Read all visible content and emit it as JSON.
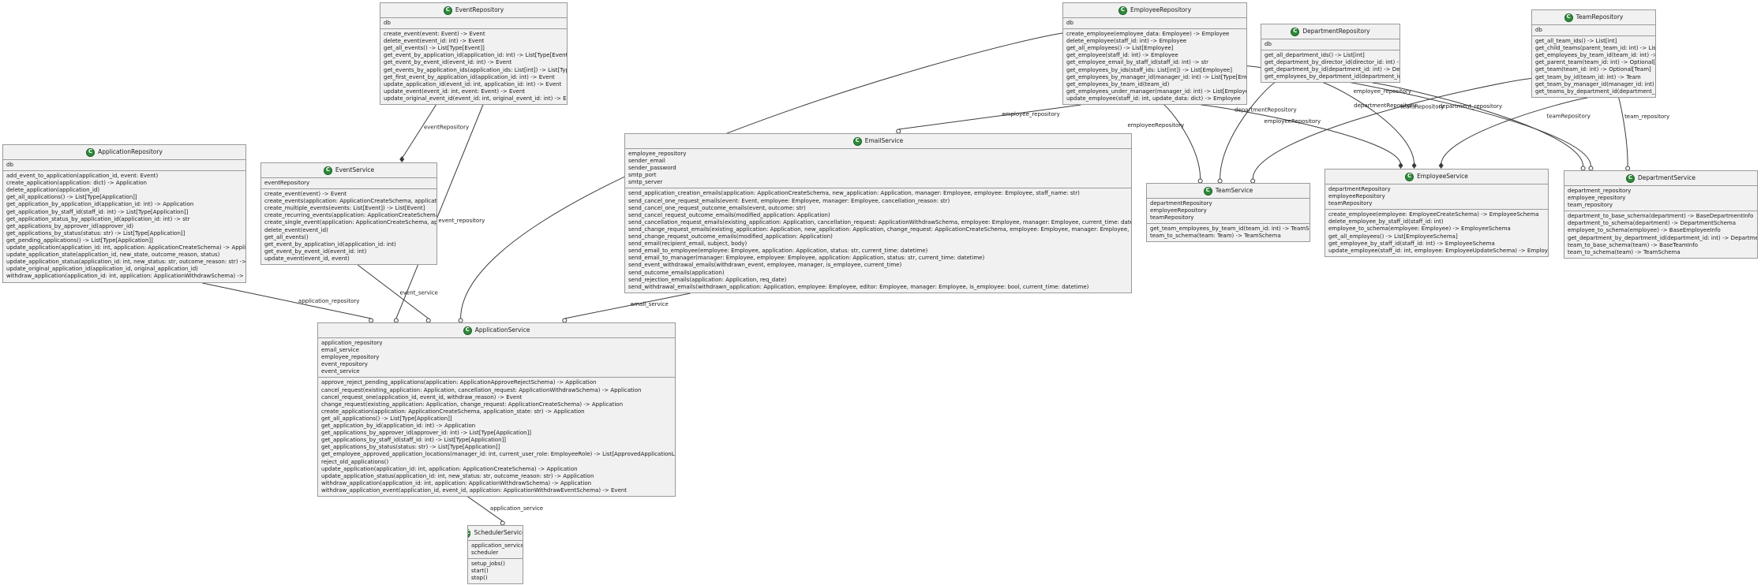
{
  "diagram": {
    "classes": [
      {
        "id": "EventRepository",
        "name": "EventRepository",
        "badge": "C",
        "attributes": [
          "db"
        ],
        "methods": [
          "create_event(event: Event) -> Event",
          "delete_event(event_id: int) -> Event",
          "get_all_events() -> List[Type[Event]]",
          "get_event_by_application_id(application_id: int) -> List[Type[Event]]",
          "get_event_by_event_id(event_id: int) -> Event",
          "get_events_by_application_ids(application_ids: List[int]) -> List[Type[Event]]",
          "get_first_event_by_application_id(application_id: int) -> Event",
          "update_application_id(event_id: int, application_id: int) -> Event",
          "update_event(event_id: int, event: Event) -> Event",
          "update_original_event_id(event_id: int, original_event_id: int) -> Event"
        ]
      },
      {
        "id": "EmployeeRepository",
        "name": "EmployeeRepository",
        "badge": "C",
        "attributes": [
          "db"
        ],
        "methods": [
          "create_employee(employee_data: Employee) -> Employee",
          "delete_employee(staff_id: int) -> Employee",
          "get_all_employees() -> List[Employee]",
          "get_employee(staff_id: int) -> Employee",
          "get_employee_email_by_staff_id(staff_id: int) -> str",
          "get_employees_by_ids(staff_ids: List[int]) -> List[Employee]",
          "get_employees_by_manager_id(manager_id: int) -> List[Type[Employee]]",
          "get_employees_by_team_id(team_id)",
          "get_employees_under_manager(manager_id: int) -> List[Employee]",
          "update_employee(staff_id: int, update_data: dict) -> Employee"
        ]
      },
      {
        "id": "DepartmentRepository",
        "name": "DepartmentRepository",
        "badge": "C",
        "attributes": [
          "db"
        ],
        "methods": [
          "get_all_department_ids() -> List[int]",
          "get_department_by_director_id(director_id: int) -> Department",
          "get_department_by_id(department_id: int) -> Department",
          "get_employees_by_department_id(department_id: int) -> List[Type[Department]]"
        ]
      },
      {
        "id": "TeamRepository",
        "name": "TeamRepository",
        "badge": "C",
        "attributes": [
          "db"
        ],
        "methods": [
          "get_all_team_ids() -> List[int]",
          "get_child_teams(parent_team_id: int) -> List[Team]",
          "get_employees_by_team_id(team_id: int) -> List[Type[Team]]",
          "get_parent_team(team_id: int) -> Optional[Team]",
          "get_team(team_id: int) -> Optional[Team]",
          "get_team_by_id(team_id: int) -> Team",
          "get_team_by_manager_id(manager_id: int) -> Team",
          "get_teams_by_department_id(department_id: int)"
        ]
      },
      {
        "id": "ApplicationRepository",
        "name": "ApplicationRepository",
        "badge": "C",
        "attributes": [
          "db"
        ],
        "methods": [
          "add_event_to_application(application_id, event: Event)",
          "create_application(application: dict) -> Application",
          "delete_application(application_id)",
          "get_all_applications() -> List[Type[Application]]",
          "get_application_by_application_id(application_id: int) -> Application",
          "get_application_by_staff_id(staff_id: int) -> List[Type[Application]]",
          "get_application_status_by_application_id(application_id: int) -> str",
          "get_applications_by_approver_id(approver_id)",
          "get_applications_by_status(status: str) -> List[Type[Application]]",
          "get_pending_applications() -> List[Type[Application]]",
          "update_application(application_id: int, application: ApplicationCreateSchema) -> Application",
          "update_application_state(application_id, new_state, outcome_reason, status)",
          "update_application_status(application_id: int, new_status: str, outcome_reason: str) -> Application",
          "update_original_application_id(application_id, original_application_id)",
          "withdraw_application(application_id: int, application: ApplicationWithdrawSchema) -> Application"
        ]
      },
      {
        "id": "EventService",
        "name": "EventService",
        "badge": "C",
        "attributes": [
          "eventRepository"
        ],
        "methods": [
          "create_event(event) -> Event",
          "create_events(application: ApplicationCreateSchema, application_id: int)",
          "create_multiple_events(events: List[Event]) -> List[Event]",
          "create_recurring_events(application: ApplicationCreateSchema, application_id: int)",
          "create_single_event(application: ApplicationCreateSchema, application_id: int)",
          "delete_event(event_id)",
          "get_all_events()",
          "get_event_by_application_id(application_id: int)",
          "get_event_by_event_id(event_id: int)",
          "update_event(event_id, event)"
        ]
      },
      {
        "id": "EmailService",
        "name": "EmailService",
        "badge": "C",
        "attributes": [
          "employee_repository",
          "sender_email",
          "sender_password",
          "smtp_port",
          "smtp_server"
        ],
        "methods": [
          "send_application_creation_emails(application: ApplicationCreateSchema, new_application: Application, manager: Employee, employee: Employee, staff_name: str)",
          "send_cancel_one_request_emails(event: Event, employee: Employee, manager: Employee, cancellation_reason: str)",
          "send_cancel_one_request_outcome_emails(event, outcome: str)",
          "send_cancel_request_outcome_emails(modified_application: Application)",
          "send_cancellation_request_emails(existing_application: Application, cancellation_request: ApplicationWithdrawSchema, employee: Employee, manager: Employee, current_time: datetime)",
          "send_change_request_emails(existing_application: Application, new_application: Application, change_request: ApplicationCreateSchema, employee: Employee, manager: Employee, current_time: datetime)",
          "send_change_request_outcome_emails(modified_application: Application)",
          "send_email(recipient_email, subject, body)",
          "send_email_to_employee(employee: Employee, application: Application, status: str, current_time: datetime)",
          "send_email_to_manager(manager: Employee, employee: Employee, application: Application, status: str, current_time: datetime)",
          "send_event_withdrawal_emails(withdrawn_event, employee, manager, is_employee, current_time)",
          "send_outcome_emails(application)",
          "send_rejection_emails(application: Application, req_date)",
          "send_withdrawal_emails(withdrawn_application: Application, employee: Employee, editor: Employee, manager: Employee, is_employee: bool, current_time: datetime)"
        ]
      },
      {
        "id": "TeamService",
        "name": "TeamService",
        "badge": "C",
        "attributes": [
          "departmentRepository",
          "employeeRepository",
          "teamRepository"
        ],
        "methods": [
          "get_team_employees_by_team_id(team_id: int) -> TeamSchema",
          "team_to_schema(team: Team) -> TeamSchema"
        ]
      },
      {
        "id": "EmployeeService",
        "name": "EmployeeService",
        "badge": "C",
        "attributes": [
          "departmentRepository",
          "employeeRepository",
          "teamRepository"
        ],
        "methods": [
          "create_employee(employee: EmployeeCreateSchema) -> EmployeeSchema",
          "delete_employee_by_staff_id(staff_id: int)",
          "employee_to_schema(employee: Employee) -> EmployeeSchema",
          "get_all_employees() -> List[EmployeeSchema]",
          "get_employee_by_staff_id(staff_id: int) -> EmployeeSchema",
          "update_employee(staff_id: int, employee: EmployeeUpdateSchema) -> EmployeeSchema"
        ]
      },
      {
        "id": "DepartmentService",
        "name": "DepartmentService",
        "badge": "C",
        "attributes": [
          "department_repository",
          "employee_repository",
          "team_repository"
        ],
        "methods": [
          "department_to_base_schema(department) -> BaseDepartmentInfo",
          "department_to_schema(department) -> DepartmentSchema",
          "employee_to_schema(employee) -> BaseEmployeeInfo",
          "get_department_by_department_id(department_id: int) -> DepartmentSchema",
          "team_to_base_schema(team) -> BaseTeamInfo",
          "team_to_schema(team) -> TeamSchema"
        ]
      },
      {
        "id": "ApplicationService",
        "name": "ApplicationService",
        "badge": "C",
        "attributes": [
          "application_repository",
          "email_service",
          "employee_repository",
          "event_repository",
          "event_service"
        ],
        "methods": [
          "approve_reject_pending_applications(application: ApplicationApproveRejectSchema) -> Application",
          "cancel_request(existing_application: Application, cancellation_request: ApplicationWithdrawSchema) -> Application",
          "cancel_request_one(application_id, event_id, withdraw_reason) -> Event",
          "change_request(existing_application: Application, change_request: ApplicationCreateSchema) -> Application",
          "create_application(application: ApplicationCreateSchema, application_state: str) -> Application",
          "get_all_applications() -> List[Type[Application]]",
          "get_application_by_id(application_id: int) -> Application",
          "get_applications_by_approver_id(approver_id: int) -> List[Type[Application]]",
          "get_applications_by_staff_id(staff_id: int) -> List[Type[Application]]",
          "get_applications_by_status(status: str) -> List[Type[Application]]",
          "get_employee_approved_application_locations(manager_id: int, current_user_role: EmployeeRole) -> List[ApprovedApplicationLocationSchema]",
          "reject_old_applications()",
          "update_application(application_id: int, application: ApplicationCreateSchema) -> Application",
          "update_application_status(application_id: int, new_status: str, outcome_reason: str) -> Application",
          "withdraw_application(application_id: int, application: ApplicationWithdrawSchema) -> Application",
          "withdraw_application_event(application_id, event_id, application: ApplicationWithdrawEventSchema) -> Event"
        ]
      },
      {
        "id": "SchedulerService",
        "name": "SchedulerService",
        "badge": "C",
        "attributes": [
          "application_service",
          "scheduler"
        ],
        "methods": [
          "setup_jobs()",
          "start()",
          "stop()"
        ]
      }
    ],
    "relations": [
      {
        "id": "r1",
        "from": "EventRepository",
        "to": "EventService",
        "label": "eventRepository",
        "head": "filled"
      },
      {
        "id": "r2",
        "from": "EventRepository",
        "to": "ApplicationService",
        "label": "event_repository",
        "head": "open"
      },
      {
        "id": "r3",
        "from": "EmployeeRepository",
        "to": "ApplicationService",
        "label": "employee_repository",
        "head": "open"
      },
      {
        "id": "r4",
        "from": "EmployeeRepository",
        "to": "EmailService",
        "label": "employee_repository",
        "head": "open"
      },
      {
        "id": "r5",
        "from": "EmployeeRepository",
        "to": "TeamService",
        "label": "employeeRepository",
        "head": "open"
      },
      {
        "id": "r6",
        "from": "EmployeeRepository",
        "to": "EmployeeService",
        "label": "employeeRepository",
        "head": "filled"
      },
      {
        "id": "r7",
        "from": "EmployeeRepository",
        "to": "DepartmentService",
        "label": "employee_repository",
        "head": "open"
      },
      {
        "id": "r8",
        "from": "DepartmentRepository",
        "to": "TeamService",
        "label": "departmentRepository",
        "head": "open"
      },
      {
        "id": "r9",
        "from": "DepartmentRepository",
        "to": "EmployeeService",
        "label": "departmentRepository",
        "head": "filled"
      },
      {
        "id": "r10",
        "from": "DepartmentRepository",
        "to": "DepartmentService",
        "label": "department_repository",
        "head": "open"
      },
      {
        "id": "r11",
        "from": "TeamRepository",
        "to": "TeamService",
        "label": "teamRepository",
        "head": "open"
      },
      {
        "id": "r12",
        "from": "TeamRepository",
        "to": "EmployeeService",
        "label": "teamRepository",
        "head": "filled"
      },
      {
        "id": "r13",
        "from": "TeamRepository",
        "to": "DepartmentService",
        "label": "team_repository",
        "head": "open"
      },
      {
        "id": "r14",
        "from": "ApplicationRepository",
        "to": "ApplicationService",
        "label": "application_repository",
        "head": "open"
      },
      {
        "id": "r15",
        "from": "EventService",
        "to": "ApplicationService",
        "label": "event_service",
        "head": "open"
      },
      {
        "id": "r16",
        "from": "EmailService",
        "to": "ApplicationService",
        "label": "email_service",
        "head": "open"
      },
      {
        "id": "r17",
        "from": "ApplicationService",
        "to": "SchedulerService",
        "label": "application_service",
        "head": "open"
      }
    ]
  }
}
